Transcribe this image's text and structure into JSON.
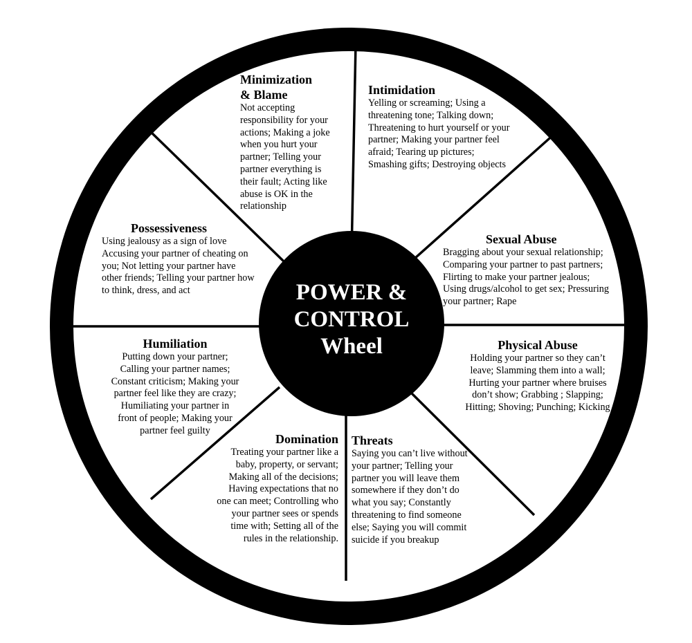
{
  "center": {
    "line1": "POWER &",
    "line2": "CONTROL",
    "line3": "Wheel"
  },
  "sectors": {
    "minimization": {
      "title_line1": "Minimization",
      "title_line2": "& Blame",
      "body": "Not accepting responsibility for your actions; Making a joke when you hurt your partner; Telling your partner everything is their fault; Acting like abuse is OK in the relationship"
    },
    "intimidation": {
      "title": "Intimidation",
      "body": "Yelling or screaming; Using a threatening tone; Talking down; Threatening to hurt yourself or your partner; Making your partner feel afraid; Tearing up pictures; Smashing gifts; Destroying objects"
    },
    "sexual_abuse": {
      "title": "Sexual Abuse",
      "body": "Bragging about your sexual relationship; Comparing your partner to past partners; Flirting to make your partner jealous; Using drugs/alcohol to get sex; Pressuring your partner; Rape"
    },
    "physical_abuse": {
      "title": "Physical Abuse",
      "body": "Holding your partner so they can’t leave; Slamming them into a wall; Hurting your partner where bruises don’t show; Grabbing ; Slapping; Hitting; Shoving; Punching; Kicking"
    },
    "threats": {
      "title": "Threats",
      "body": "Saying you can’t live without your partner; Telling your partner you will leave them somewhere if they don’t do what you say; Constantly threatening to find someone else; Saying you will commit suicide if you breakup"
    },
    "domination": {
      "title": "Domination",
      "body": "Treating your partner like a baby, property, or servant; Making all of the decisions; Having expectations that no one can meet; Controlling who your partner sees or spends time with; Setting all of the rules in the relationship."
    },
    "humiliation": {
      "title": "Humiliation",
      "body": "Putting down your partner; Calling your partner names; Constant criticism; Making your partner feel like they are crazy; Humiliating your partner in front of people; Making your partner feel guilty"
    },
    "possessiveness": {
      "title": "Possessiveness",
      "body": "Using jealousy as a sign of love Accusing your partner of cheating on you; Not letting your partner have other friends; Telling your partner how to think, dress, and act"
    }
  },
  "colors": {
    "rim": "#000000",
    "hub": "#000000",
    "background": "#ffffff",
    "text": "#000000",
    "hub_text": "#ffffff"
  }
}
